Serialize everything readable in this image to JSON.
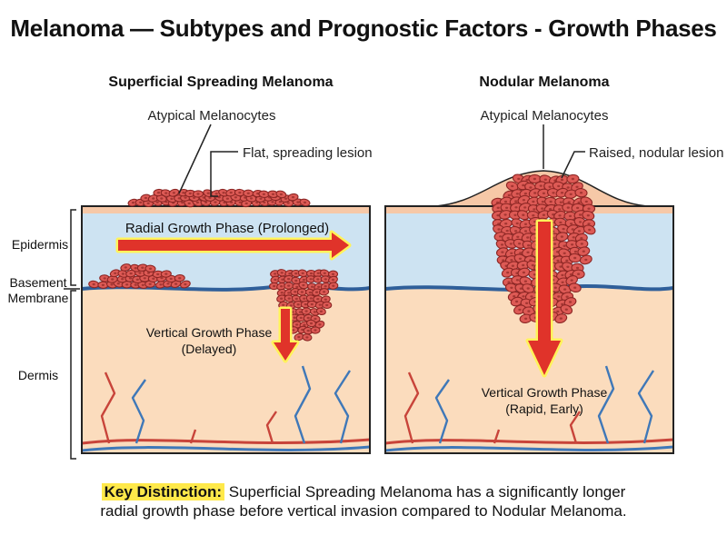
{
  "title": "Melanoma — Subtypes and Prognostic Factors - Growth Phases",
  "panels": {
    "left": {
      "heading": "Superficial Spreading Melanoma",
      "cells_label": "Atypical Melanocytes",
      "lesion_label": "Flat, spreading lesion",
      "radial_label": "Radial Growth Phase (Prolonged)",
      "vertical_label_1": "Vertical Growth Phase",
      "vertical_label_2": "(Delayed)"
    },
    "right": {
      "heading": "Nodular Melanoma",
      "cells_label": "Atypical Melanocytes",
      "lesion_label": "Raised, nodular lesion",
      "vertical_label_1": "Vertical Growth Phase",
      "vertical_label_2": "(Rapid, Early)"
    }
  },
  "layers": {
    "epidermis": "Epidermis",
    "basement_1": "Basement",
    "basement_2": "Membrane",
    "dermis": "Dermis"
  },
  "footer": {
    "key_label": "Key Distinction:",
    "line1": "Superficial Spreading Melanoma has a significantly longer",
    "line2": "radial growth phase before vertical invasion compared to Nodular Melanoma."
  },
  "colors": {
    "epidermis": "#cde3f2",
    "dermis": "#fbdcbd",
    "top_strip": "#f6c8a7",
    "membrane": "#2f5f9a",
    "cell_fill": "#dd5a55",
    "cell_stroke": "#8c2624",
    "arrow_fill": "#e0332a",
    "arrow_glow": "#fff35a",
    "vessel_artery": "#c8443a",
    "vessel_vein": "#3f78b8"
  }
}
